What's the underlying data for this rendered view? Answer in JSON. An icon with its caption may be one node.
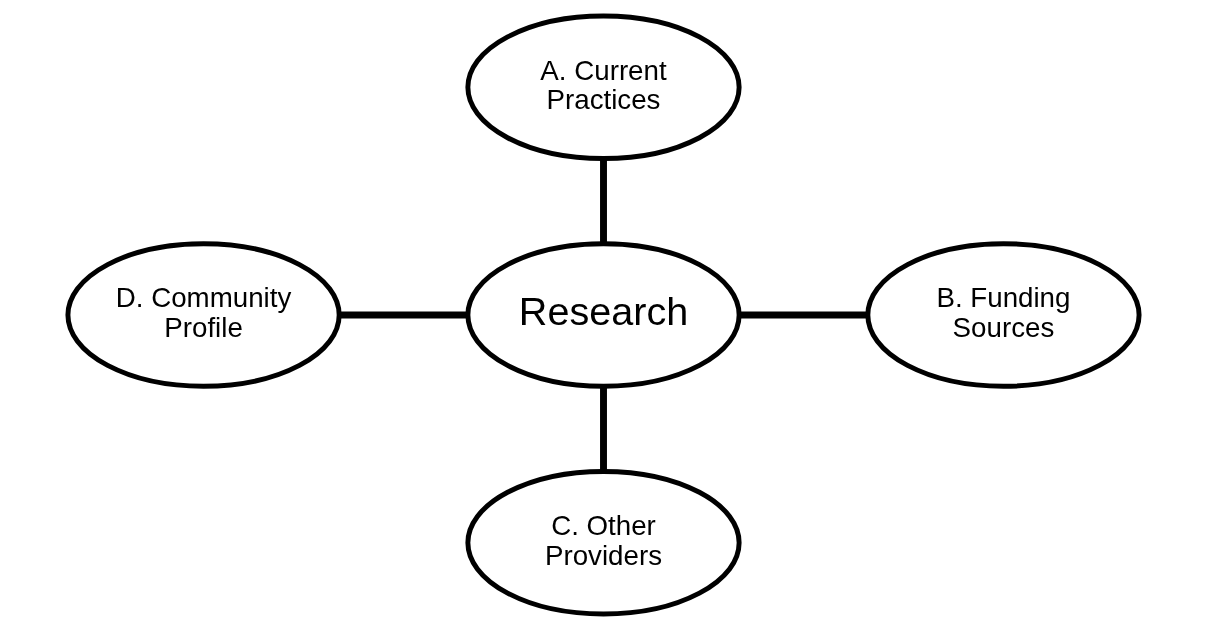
{
  "diagram": {
    "nodes": [
      {
        "text": [
          "A. Current Practices"
        ]
      },
      {
        "text": [
          "D. Community Profile"
        ]
      },
      {
        "text": [
          "Research"
        ]
      },
      {
        "text": [
          "B. Funding Sources"
        ]
      },
      {
        "text": [
          "C. Other Providers"
        ]
      }
    ],
    "edges": [
      {
        "from": 0,
        "to": 2,
        "arrow": "none"
      },
      {
        "from": 1,
        "to": 2,
        "arrow": "none"
      },
      {
        "from": 2,
        "to": 3,
        "arrow": "none"
      },
      {
        "from": 2,
        "to": 4,
        "arrow": "none"
      }
    ]
  }
}
